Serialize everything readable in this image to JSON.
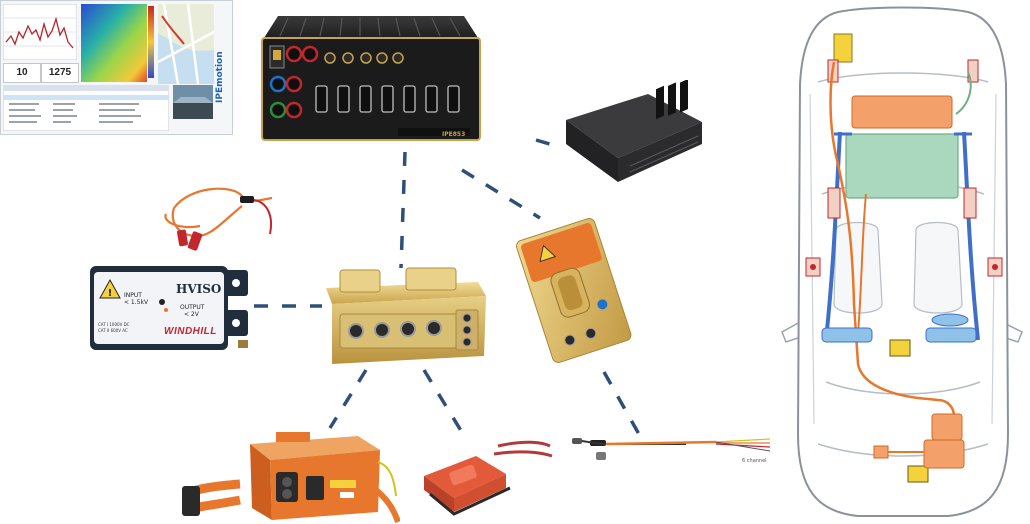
{
  "software_screenshot": {
    "readout_left": "10",
    "readout_right": "1275",
    "vertical_label": "IPEmotion"
  },
  "daq_unit": {
    "model_label": "IPE853"
  },
  "hviso_module": {
    "name": "HVISO",
    "input_label": "INPUT",
    "input_value": "< 1.5kV",
    "output_label": "OUTPUT",
    "output_value": "< 2V",
    "brand": "WINDHILL",
    "spec_line_1": "CAT I 1000V DC",
    "spec_line_2": "CAT II 600V AC"
  },
  "cable_harness": {
    "label": "6 channel"
  },
  "colors": {
    "accent_orange": "#e8772e",
    "gold": "#d4b25a",
    "dash_blue": "#2f4f7a",
    "car_green": "#a9d8be",
    "car_blue": "#3f6fc9",
    "car_yellow": "#f3d23b"
  }
}
